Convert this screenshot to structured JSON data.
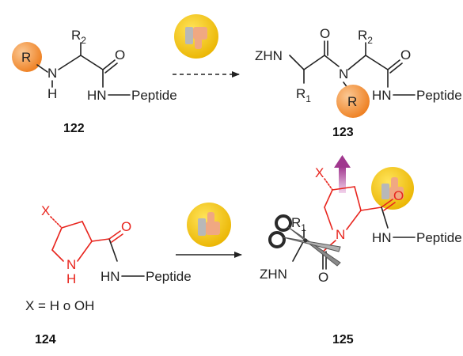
{
  "colors": {
    "bond": "#222222",
    "ring_red": "#e8251e",
    "orange_group": "#f08a2a",
    "badge_yellow": "#f5c400",
    "thumb_skin": "#f0a882",
    "arrow_purple": "#a0378e"
  },
  "icons": {
    "badge_top": "thumbs-down-icon",
    "badge_bottom": "thumbs-up-icon",
    "badge_right": "thumbs-up-icon",
    "up_arrow": "up-arrow-icon",
    "scissors": "scissors-icon"
  },
  "compounds": {
    "c122": {
      "number": "122",
      "r": "R",
      "r2_base": "R",
      "r2_sub": "2",
      "n": "N",
      "h": "H",
      "o": "O",
      "hn": "HN",
      "peptide": "Peptide"
    },
    "c123": {
      "number": "123",
      "zhn": "ZHN",
      "o1": "O",
      "o2": "O",
      "n": "N",
      "r": "R",
      "r1_base": "R",
      "r1_sub": "1",
      "r2_base": "R",
      "r2_sub": "2",
      "hn": "HN",
      "peptide": "Peptide"
    },
    "c124": {
      "number": "124",
      "x": "X",
      "nh": "N",
      "h": "H",
      "o": "O",
      "hn": "HN",
      "peptide": "Peptide",
      "x_definition": "X = H o OH"
    },
    "c125": {
      "number": "125",
      "x": "X",
      "n": "N",
      "o_red": "O",
      "o_black": "O",
      "r1_base": "R",
      "r1_sub": "1",
      "zhn": "ZHN",
      "hn": "HN",
      "peptide": "Peptide"
    }
  }
}
